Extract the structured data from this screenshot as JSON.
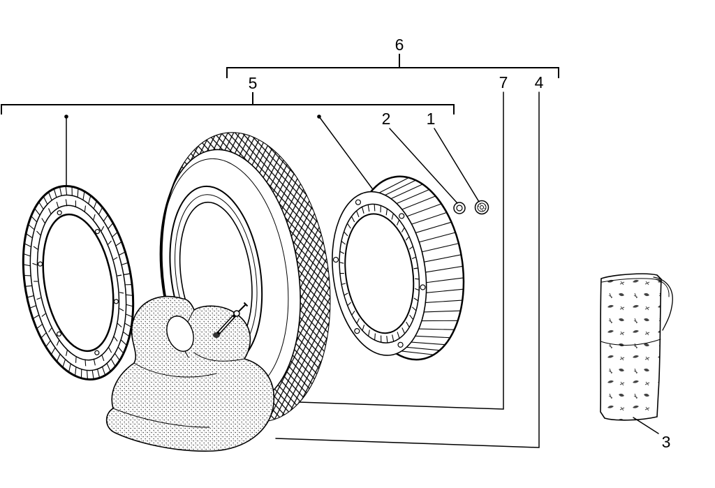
{
  "palette": {
    "background": "#ffffff",
    "ink": "#000000"
  },
  "callouts": {
    "group6": "6",
    "group5": "5",
    "item7": "7",
    "item4": "4",
    "item2": "2",
    "item1": "1",
    "item3": "3"
  }
}
